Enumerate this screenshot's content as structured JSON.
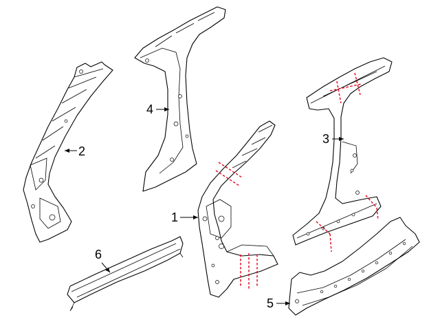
{
  "callouts": {
    "c1": "1",
    "c2": "2",
    "c3": "3",
    "c4": "4",
    "c5": "5",
    "c6": "6"
  },
  "colors": {
    "line": "#000000",
    "cut_line": "#e0001a",
    "background": "#ffffff"
  }
}
